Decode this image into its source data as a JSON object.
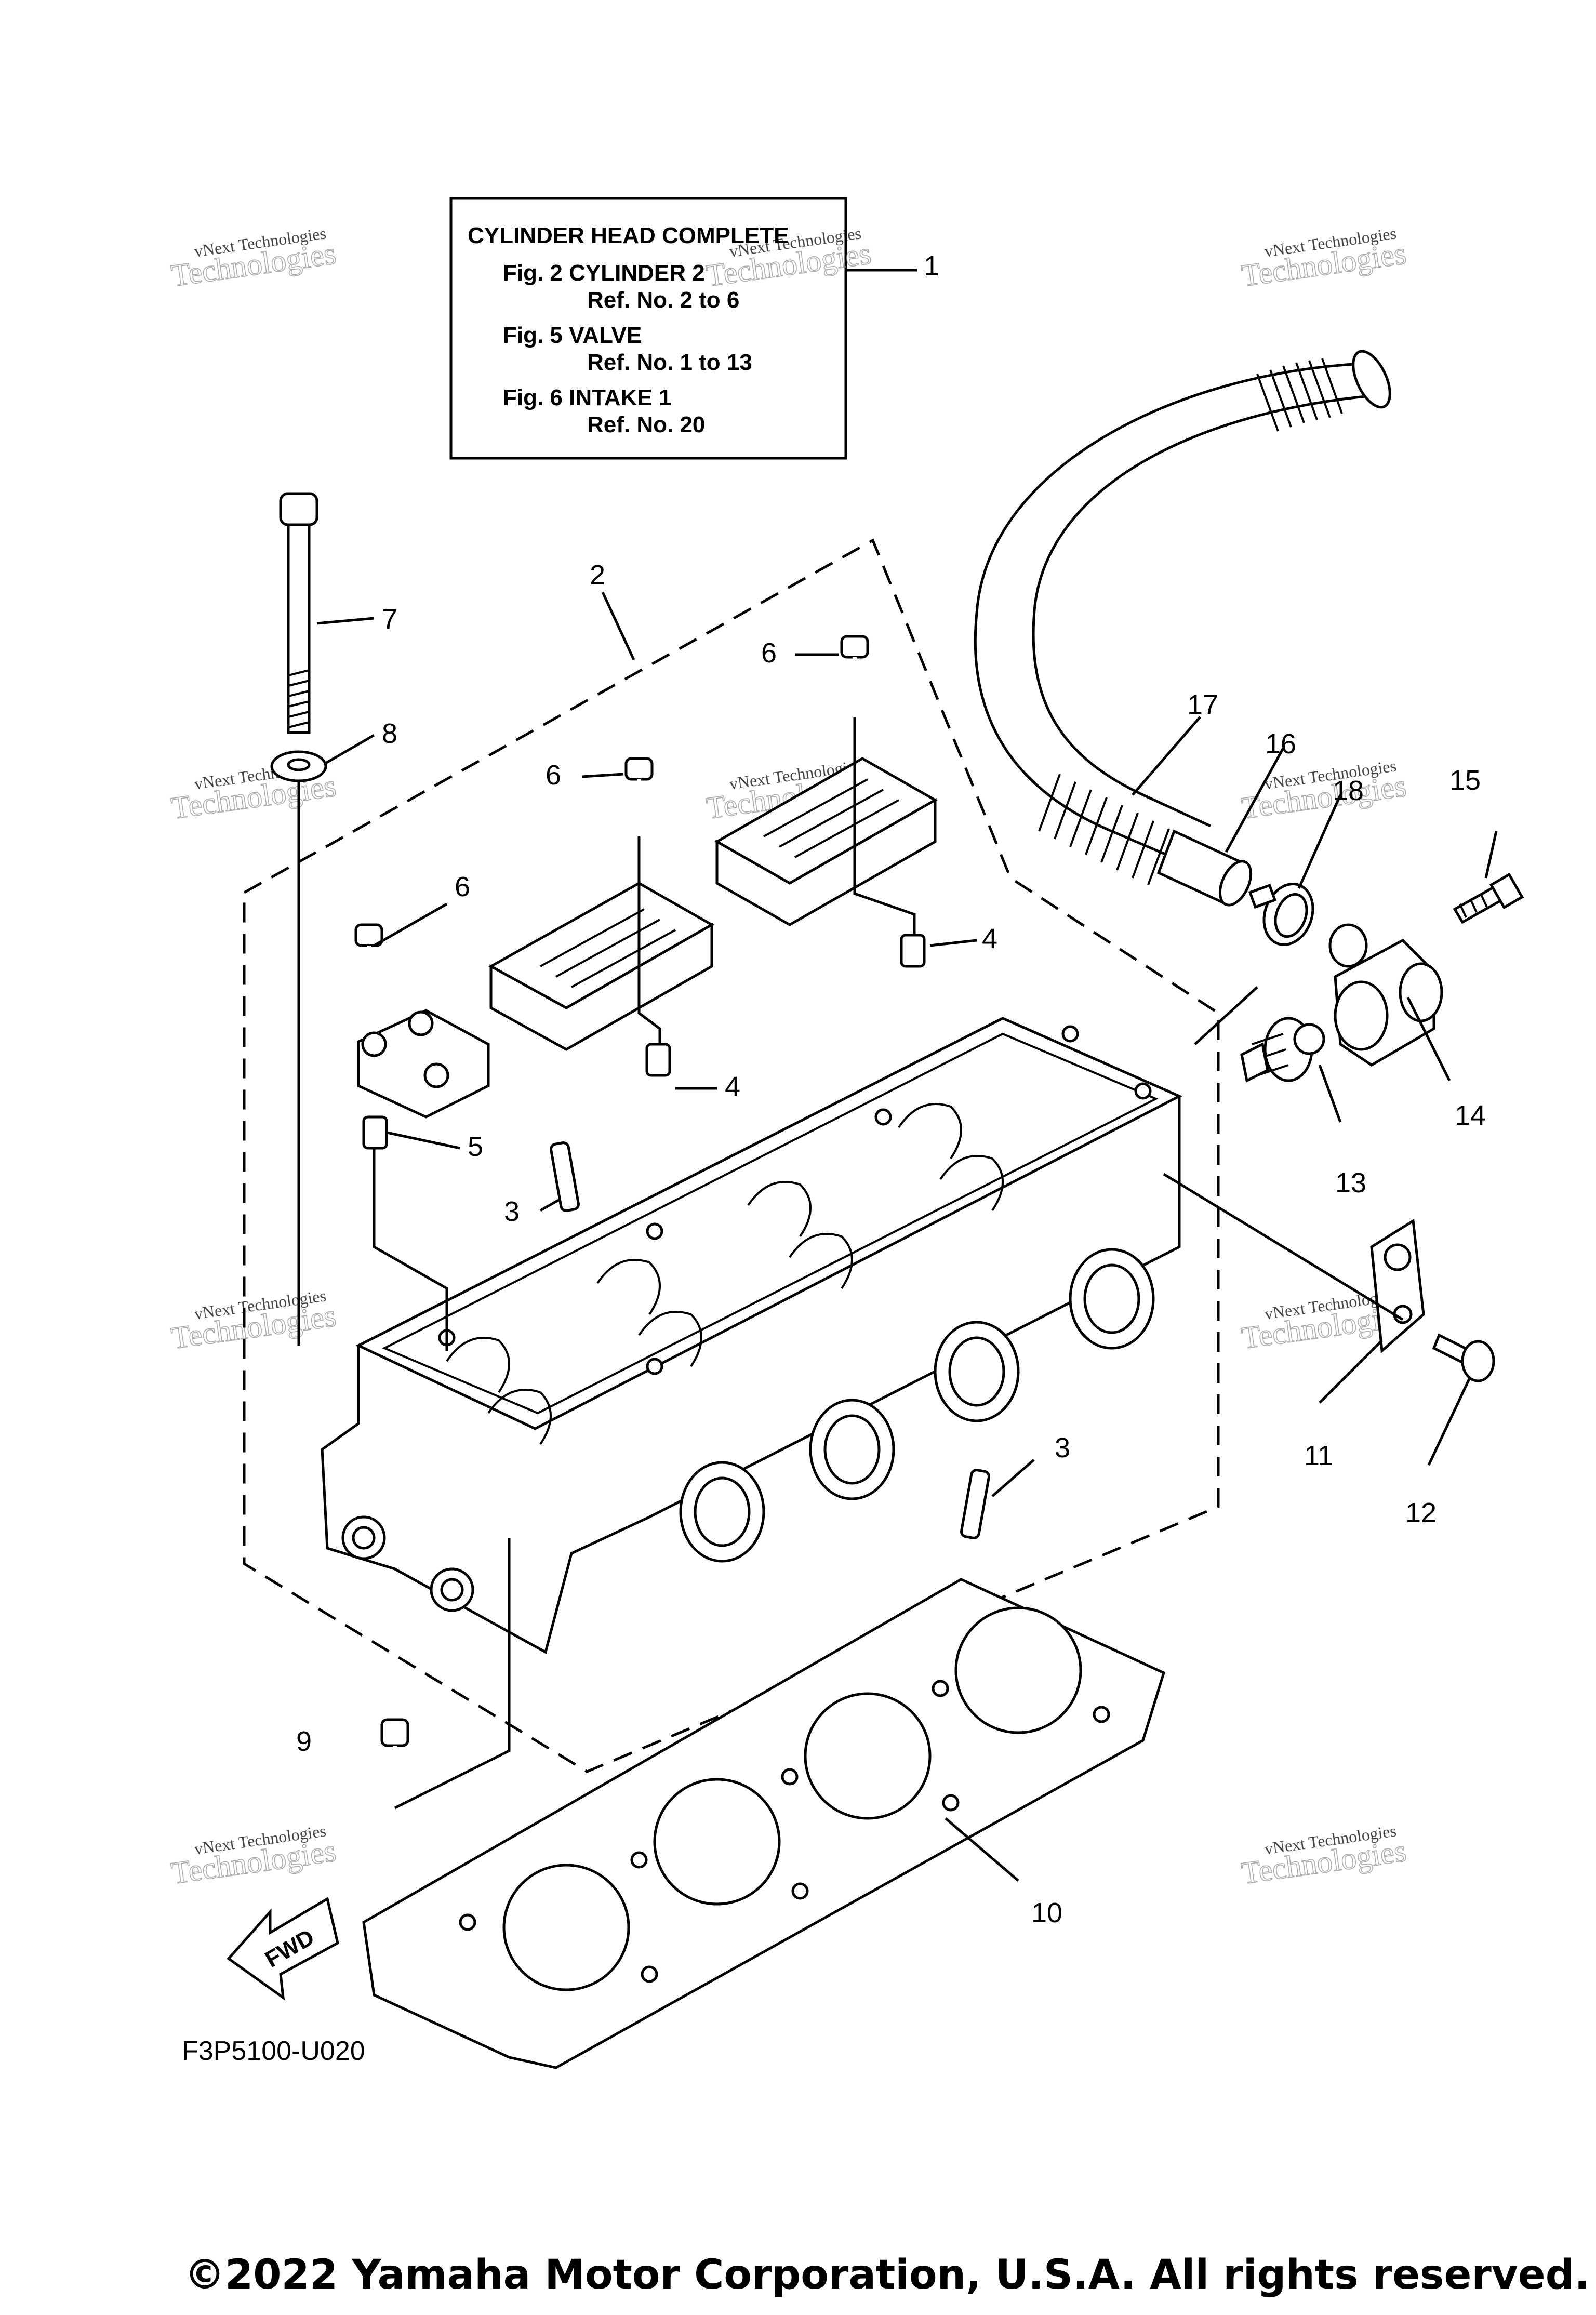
{
  "info_box": {
    "title": "CYLINDER HEAD COMPLETE",
    "lines": [
      "Fig. 2 CYLINDER 2",
      "Ref. No. 2 to 6",
      "Fig. 5 VALVE",
      "Ref. No. 1 to 13",
      "Fig. 6 INTAKE 1",
      "Ref. No. 20"
    ]
  },
  "callouts": {
    "c1": "1",
    "c2": "2",
    "c3a": "3",
    "c3b": "3",
    "c4a": "4",
    "c4b": "4",
    "c5": "5",
    "c6a": "6",
    "c6b": "6",
    "c6c": "6",
    "c7": "7",
    "c8": "8",
    "c9": "9",
    "c10": "10",
    "c11": "11",
    "c12": "12",
    "c13": "13",
    "c14": "14",
    "c15": "15",
    "c16": "16",
    "c17": "17",
    "c18": "18"
  },
  "fwd_label": "FWD",
  "diagram_code": "F3P5100-U020",
  "copyright": "©2022 Yamaha Motor Corporation, U.S.A. All rights reserved.",
  "watermark": {
    "line1": "vNext Technologies",
    "line2": "Technologies"
  }
}
